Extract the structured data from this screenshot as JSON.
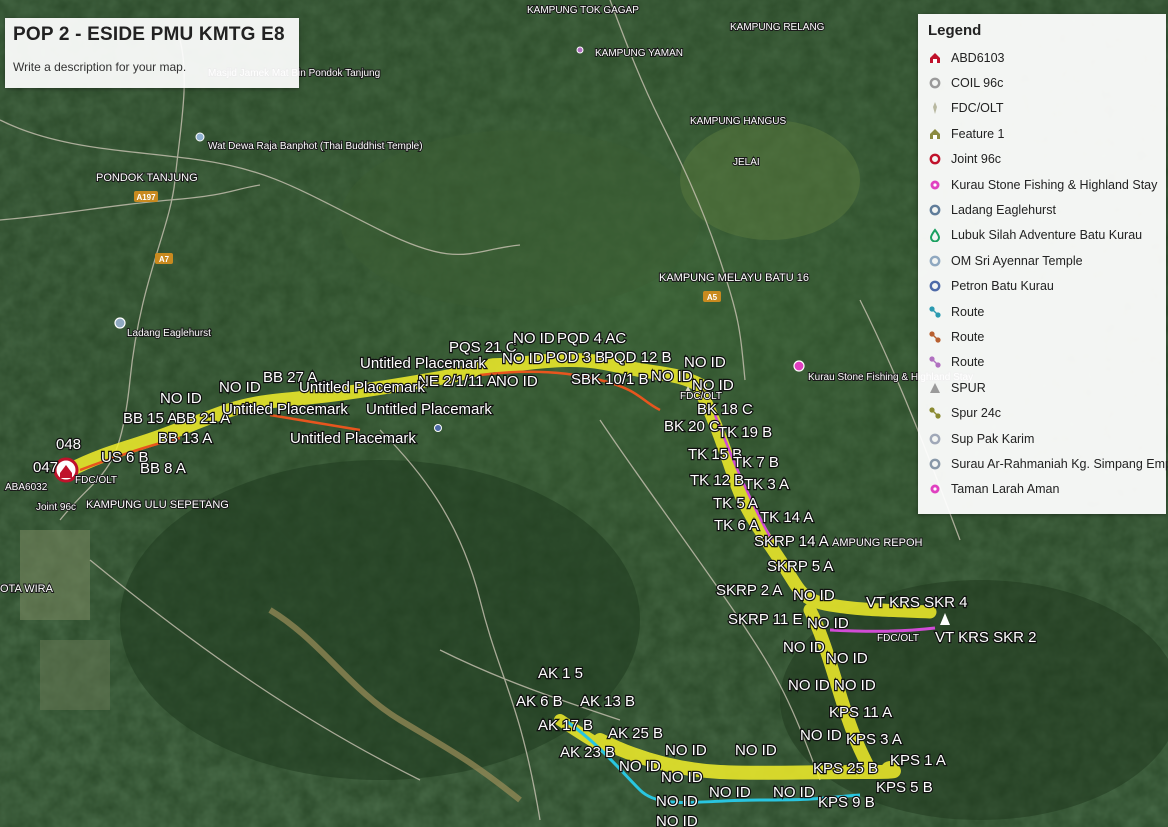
{
  "map": {
    "title": "POP 2 - ESIDE PMU KMTG E8",
    "description": "Write a description for your map."
  },
  "legend": {
    "title": "Legend",
    "items": [
      {
        "label": "ABD6103",
        "icon": "house-icon",
        "color": "#c0122b"
      },
      {
        "label": "COIL 96c",
        "icon": "circle-icon",
        "color": "#9a9a9a"
      },
      {
        "label": "FDC/OLT",
        "icon": "pin-icon",
        "color": "#b8b8a0"
      },
      {
        "label": "Feature 1",
        "icon": "house-icon",
        "color": "#8a8a40"
      },
      {
        "label": "Joint 96c",
        "icon": "circle-icon",
        "color": "#c0122b"
      },
      {
        "label": "Kurau Stone Fishing & Highland Stay",
        "icon": "dot-icon",
        "color": "#e040c0"
      },
      {
        "label": "Ladang Eaglehurst",
        "icon": "circle-icon",
        "color": "#607d9a"
      },
      {
        "label": "Lubuk Silah Adventure Batu Kurau",
        "icon": "drop-icon",
        "color": "#1aa060"
      },
      {
        "label": "OM Sri Ayennar Temple",
        "icon": "circle-icon",
        "color": "#8fa8c0"
      },
      {
        "label": "Petron Batu Kurau",
        "icon": "circle-icon",
        "color": "#4e6aa8"
      },
      {
        "label": "Route",
        "icon": "route-icon",
        "color": "#2a9ab0"
      },
      {
        "label": "Route",
        "icon": "route-icon",
        "color": "#b86030"
      },
      {
        "label": "Route",
        "icon": "route-icon",
        "color": "#b070c0"
      },
      {
        "label": "SPUR",
        "icon": "triangle-icon",
        "color": "#9a9a9a"
      },
      {
        "label": "Spur 24c",
        "icon": "route-icon",
        "color": "#8a8a30"
      },
      {
        "label": "Sup Pak Karim",
        "icon": "circle-icon",
        "color": "#a0a8b8"
      },
      {
        "label": "Surau Ar-Rahmaniah Kg. Simpang Empat",
        "icon": "circle-icon",
        "color": "#8898a8"
      },
      {
        "label": "Taman Larah Aman",
        "icon": "dot-icon",
        "color": "#e040c0"
      }
    ]
  },
  "places": [
    "KAMPUNG TOK GAGAP",
    "KAMPUNG RELANG",
    "KAMPUNG YAMAN",
    "Masjid Jamek Mat Bin Pondok Tanjung",
    "Wat Dewa Raja Banphot (Thai Buddhist Temple)",
    "KAMPUNG HANGUS",
    "JELAI",
    "PONDOK TANJUNG",
    "A197",
    "A7",
    "KAMPUNG MELAYU BATU 16",
    "A5",
    "Ladang Eaglehurst",
    "Kurau Stone Fishing & Highland Stay",
    "KAMPUNG ULU SEPETANG",
    "OTA WIRA",
    "AMPUNG REPOH"
  ],
  "placemarks": [
    "PQS 21 C",
    "NO ID",
    "PQD 4 AC",
    "NO ID",
    "POD 3 B",
    "PQD 12 B",
    "Untitled Placemark",
    "NE 2/1/11 A",
    "NO ID",
    "SBK 10/1 B",
    "NO ID",
    "NO ID",
    "NO ID",
    "NO ID",
    "BB 27 A",
    "NO ID",
    "Untitled Placemark",
    "BB 15 A",
    "BB 21 A",
    "Untitled Placemark",
    "Untitled Placemark",
    "BB 13 A",
    "Untitled Placemark",
    "048",
    "US 6 B",
    "047",
    "BB 8 A",
    "ABA6032",
    "FDC/OLT",
    "Joint 96c",
    "FDC/OLT",
    "BK 18 C",
    "BK 20 C",
    "TK 19 B",
    "TK 15 B",
    "TK 7 B",
    "TK 12 B",
    "TK 3 A",
    "TK 5 A",
    "TK 6 A",
    "TK 14 A",
    "SKRP 14 A",
    "SKRP 5 A",
    "SKRP 2 A",
    "NO ID",
    "VT KRS SKR 4",
    "SKRP 11 E",
    "NO ID",
    "FDC/OLT",
    "VT KRS SKR 2",
    "NO ID",
    "NO ID",
    "NO ID",
    "NO ID",
    "KPS 11 A",
    "NO ID",
    "KPS 3 A",
    "KPS 1 A",
    "KPS 25 B",
    "KPS 5 B",
    "KPS 9 B",
    "AK 1 5",
    "AK 6 B",
    "AK 13 B",
    "AK 17 B",
    "AK 25 B",
    "AK 23 B",
    "NO ID",
    "NO ID",
    "NO ID",
    "NO ID",
    "NO ID",
    "NO ID",
    "NO ID",
    "NO ID"
  ],
  "colors": {
    "route_orange": "#e8551e",
    "route_magenta": "#d14cd6",
    "route_cyan": "#29c5e0",
    "spur_yellow": "#f2ee2a",
    "marker_red": "#c0122b"
  }
}
